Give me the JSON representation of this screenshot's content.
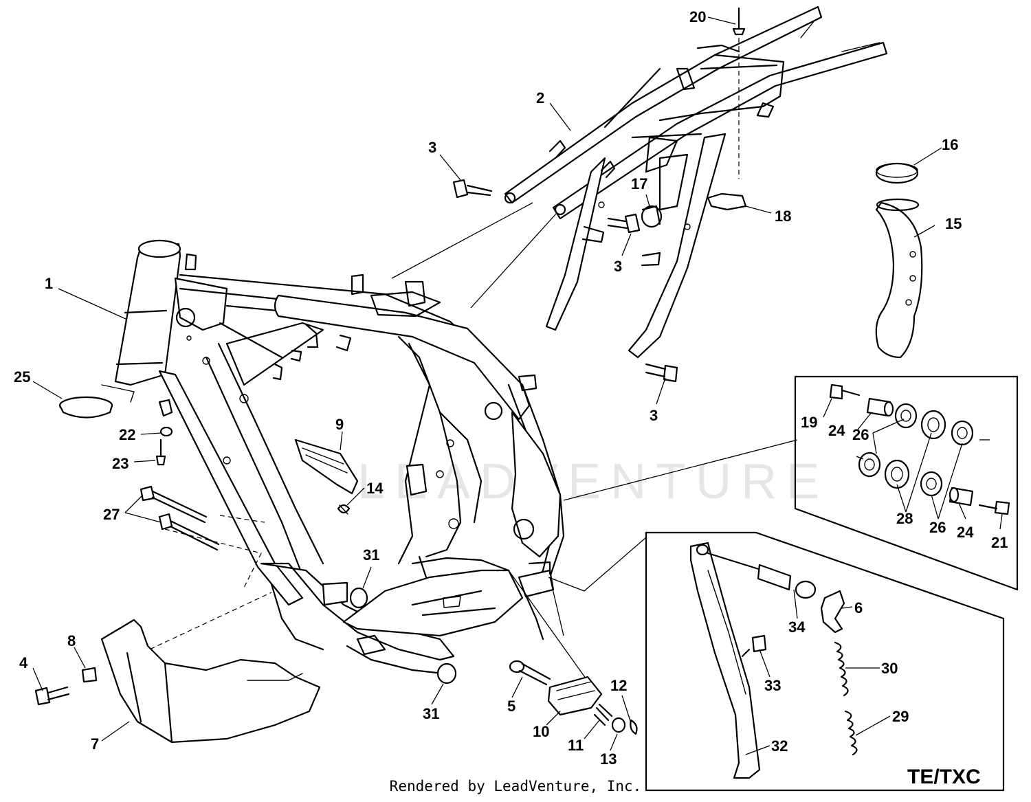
{
  "diagram": {
    "watermark": "LEADVENTURE",
    "inset_label": "TE/TXC",
    "credit": "Rendered by LeadVenture, Inc.",
    "callouts": {
      "c1": "1",
      "c2": "2",
      "c3a": "3",
      "c3b": "3",
      "c3c": "3",
      "c4": "4",
      "c5": "5",
      "c6": "6",
      "c7": "7",
      "c8": "8",
      "c9": "9",
      "c10": "10",
      "c11": "11",
      "c12": "12",
      "c13": "13",
      "c14": "14",
      "c15": "15",
      "c16": "16",
      "c17": "17",
      "c18": "18",
      "c19": "19",
      "c20": "20",
      "c21": "21",
      "c22": "22",
      "c23": "23",
      "c24a": "24",
      "c24b": "24",
      "c25": "25",
      "c26a": "26",
      "c26b": "26",
      "c27": "27",
      "c28": "28",
      "c29": "29",
      "c30": "30",
      "c31a": "31",
      "c31b": "31",
      "c32": "32",
      "c33": "33",
      "c34": "34"
    }
  }
}
